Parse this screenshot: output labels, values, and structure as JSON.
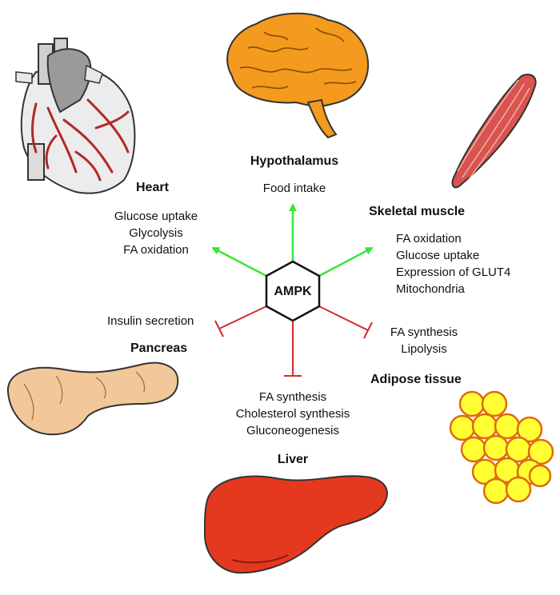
{
  "center": {
    "label": "AMPK"
  },
  "colors": {
    "stimulate": "#39e639",
    "inhibit": "#d22b2b",
    "heart_vessels": "#b02a2a",
    "brain": "#f39a1f",
    "muscle": "#d9534f",
    "pancreas": "#f2c89a",
    "fat": "#ffff33",
    "fat_outline": "#e06a10",
    "liver": "#e5391f"
  },
  "organs": {
    "hypothalamus": {
      "title": "Hypothalamus",
      "effects": [
        "Food intake"
      ],
      "effect": "stimulate",
      "icon": "brain-icon"
    },
    "heart": {
      "title": "Heart",
      "effects": [
        "Glucose uptake",
        "Glycolysis",
        "FA oxidation"
      ],
      "effect": "stimulate",
      "icon": "heart-icon"
    },
    "skeletal_muscle": {
      "title": "Skeletal muscle",
      "effects": [
        "FA oxidation",
        "Glucose uptake",
        "Expression of GLUT4",
        "Mitochondria"
      ],
      "effect": "stimulate",
      "icon": "muscle-icon"
    },
    "pancreas": {
      "title": "Pancreas",
      "effects": [
        "Insulin secretion"
      ],
      "effect": "inhibit",
      "icon": "pancreas-icon"
    },
    "adipose_tissue": {
      "title": "Adipose tissue",
      "effects": [
        "FA synthesis",
        "Lipolysis"
      ],
      "effect": "inhibit",
      "icon": "fat-cells-icon"
    },
    "liver": {
      "title": "Liver",
      "effects": [
        "FA synthesis",
        "Cholesterol synthesis",
        "Gluconeogenesis"
      ],
      "effect": "inhibit",
      "icon": "liver-icon"
    }
  }
}
